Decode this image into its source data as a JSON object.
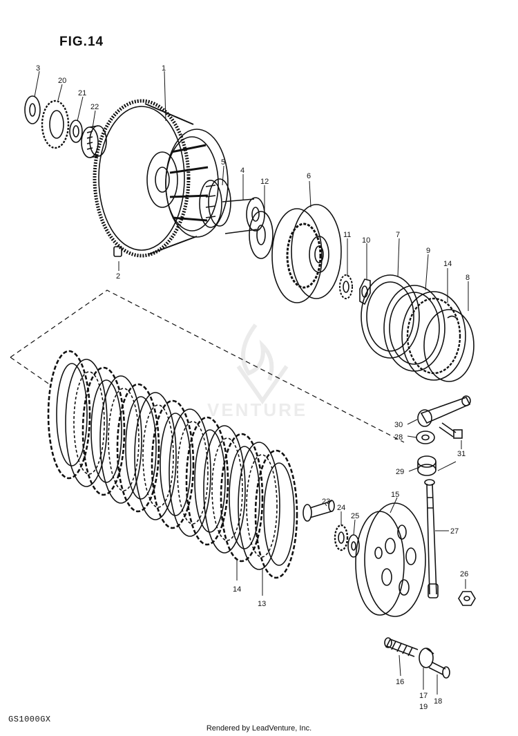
{
  "figure": {
    "title": "FIG.14",
    "model_code": "GS1000GX",
    "credit": "Rendered by LeadVenture, Inc.",
    "watermark": "VENTURE"
  },
  "callouts": [
    {
      "id": "c3",
      "text": "3"
    },
    {
      "id": "c20",
      "text": "20"
    },
    {
      "id": "c21",
      "text": "21"
    },
    {
      "id": "c22",
      "text": "22"
    },
    {
      "id": "c1",
      "text": "1"
    },
    {
      "id": "c5",
      "text": "5"
    },
    {
      "id": "c4",
      "text": "4"
    },
    {
      "id": "c12",
      "text": "12"
    },
    {
      "id": "c6",
      "text": "6"
    },
    {
      "id": "c11",
      "text": "11"
    },
    {
      "id": "c10",
      "text": "10"
    },
    {
      "id": "c7",
      "text": "7"
    },
    {
      "id": "c9",
      "text": "9"
    },
    {
      "id": "c14a",
      "text": "14"
    },
    {
      "id": "c8",
      "text": "8"
    },
    {
      "id": "c2",
      "text": "2"
    },
    {
      "id": "c30",
      "text": "30"
    },
    {
      "id": "c28",
      "text": "28"
    },
    {
      "id": "c31",
      "text": "31"
    },
    {
      "id": "c29",
      "text": "29"
    },
    {
      "id": "c23",
      "text": "23"
    },
    {
      "id": "c24",
      "text": "24"
    },
    {
      "id": "c25",
      "text": "25"
    },
    {
      "id": "c15",
      "text": "15"
    },
    {
      "id": "c27",
      "text": "27"
    },
    {
      "id": "c26",
      "text": "26"
    },
    {
      "id": "c14b",
      "text": "14"
    },
    {
      "id": "c13",
      "text": "13"
    },
    {
      "id": "c16",
      "text": "16"
    },
    {
      "id": "c17",
      "text": "17"
    },
    {
      "id": "c19",
      "text": "19"
    },
    {
      "id": "c18",
      "text": "18"
    }
  ]
}
